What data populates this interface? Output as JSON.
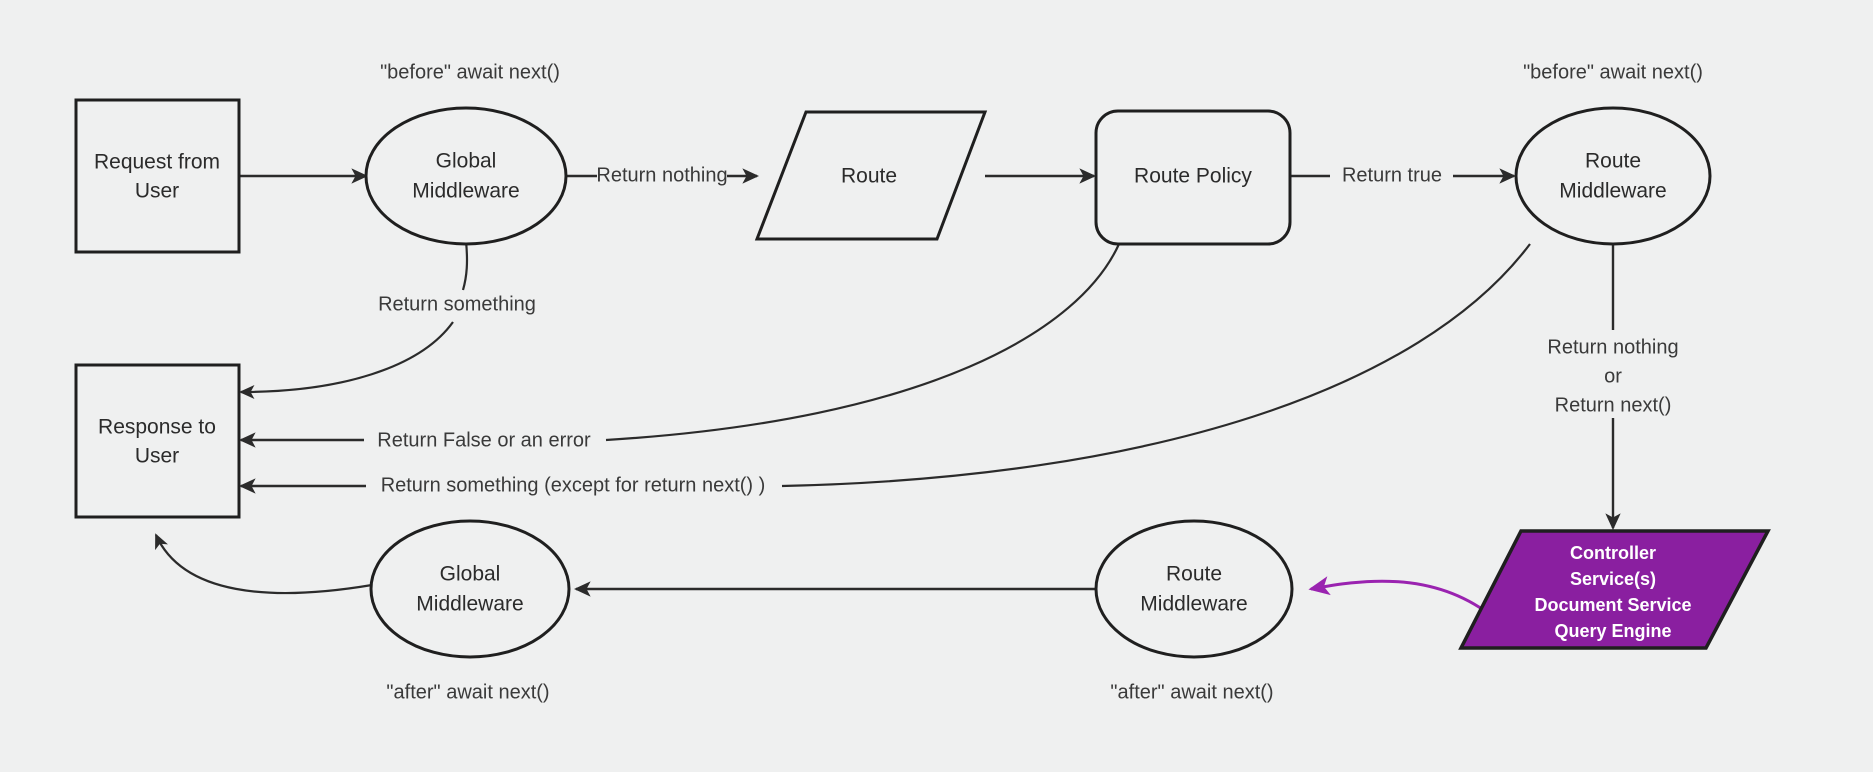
{
  "diagram": {
    "title": "Request middleware lifecycle flowchart",
    "background_color": "#eff0f0",
    "accent_color": "#8A1FA0",
    "line_color": "#2b2b2b"
  },
  "nodes": {
    "request_from_user": {
      "line1": "Request from",
      "line2": "User",
      "shape": "rectangle"
    },
    "global_middleware_top": {
      "line1": "Global",
      "line2": "Middleware",
      "shape": "ellipse"
    },
    "route": {
      "line1": "Route",
      "shape": "parallelogram"
    },
    "route_policy": {
      "line1": "Route Policy",
      "shape": "rounded-rectangle"
    },
    "route_middleware_top": {
      "line1": "Route",
      "line2": "Middleware",
      "shape": "ellipse"
    },
    "controller": {
      "line1": "Controller",
      "line2": "Service(s)",
      "line3": "Document Service",
      "line4": "Query Engine",
      "shape": "parallelogram",
      "fill": "#8A1FA0",
      "text_color": "#ffffff"
    },
    "route_middleware_bottom": {
      "line1": "Route",
      "line2": "Middleware",
      "shape": "ellipse"
    },
    "global_middleware_bottom": {
      "line1": "Global",
      "line2": "Middleware",
      "shape": "ellipse"
    },
    "response_to_user": {
      "line1": "Response to",
      "line2": "User",
      "shape": "rectangle"
    }
  },
  "annotations": {
    "before_global": "\"before\" await next()",
    "before_route": "\"before\" await next()",
    "after_global": "\"after\" await next()",
    "after_route": "\"after\" await next()"
  },
  "edge_labels": {
    "return_nothing": "Return nothing",
    "return_true": "Return true",
    "return_something": "Return something",
    "return_false_or_error": "Return False or an error",
    "return_something_except_next": "Return something (except for return next() )",
    "return_nothing_or_next_l1": "Return nothing",
    "return_nothing_or_next_l2": "or",
    "return_nothing_or_next_l3": "Return next()"
  }
}
